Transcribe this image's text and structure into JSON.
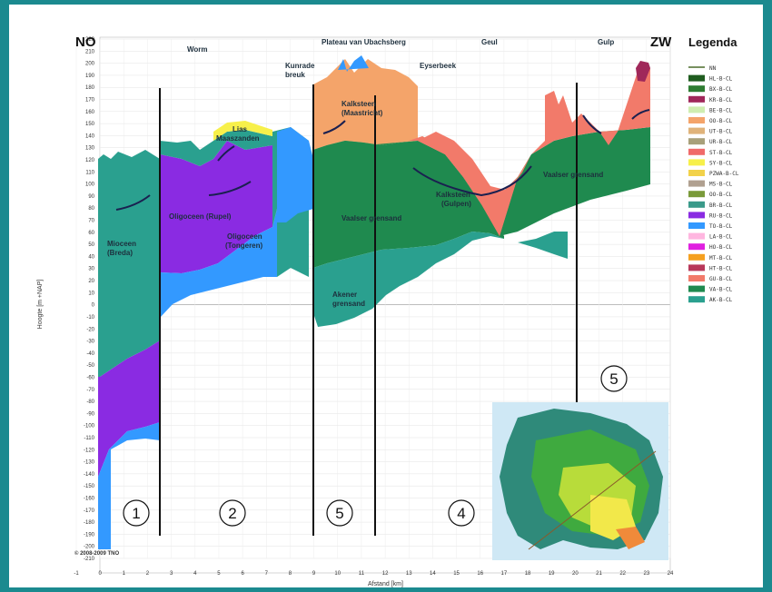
{
  "corners": {
    "left": "NO",
    "right": "ZW"
  },
  "legend": {
    "title": "Legenda",
    "items": [
      {
        "label": "NN",
        "color": "#4a6b2a",
        "line": true
      },
      {
        "label": "HL-B-CL",
        "color": "#1f5c1f"
      },
      {
        "label": "BX-B-CL",
        "color": "#2e7d32"
      },
      {
        "label": "KR-B-CL",
        "color": "#a0285a"
      },
      {
        "label": "BE-B-CL",
        "color": "#cfeeb0"
      },
      {
        "label": "OO-B-CL",
        "color": "#f4a46a"
      },
      {
        "label": "UT-B-CL",
        "color": "#e0b37a"
      },
      {
        "label": "UR-B-CL",
        "color": "#a8a07a"
      },
      {
        "label": "ST-B-CL",
        "color": "#f06a6a"
      },
      {
        "label": "SY-B-CL",
        "color": "#f7f04a"
      },
      {
        "label": "PZWA-B-CL",
        "color": "#f2d24a"
      },
      {
        "label": "MS-B-CL",
        "color": "#b0a090"
      },
      {
        "label": "OO-B-CL",
        "color": "#7a9a3a"
      },
      {
        "label": "BR-B-CL",
        "color": "#3a9a8a"
      },
      {
        "label": "RU-B-CL",
        "color": "#8a2be2"
      },
      {
        "label": "TO-B-CL",
        "color": "#3399ff"
      },
      {
        "label": "LA-B-CL",
        "color": "#ffb6e0"
      },
      {
        "label": "HO-B-CL",
        "color": "#e020e0"
      },
      {
        "label": "MT-B-CL",
        "color": "#f5a020"
      },
      {
        "label": "HT-B-CL",
        "color": "#b8385a"
      },
      {
        "label": "GU-B-CL",
        "color": "#f27a6a"
      },
      {
        "label": "VA-B-CL",
        "color": "#1f8a4f"
      },
      {
        "label": "AK-B-CL",
        "color": "#2aa08f"
      }
    ]
  },
  "axes": {
    "x_label": "Afstand [km]",
    "y_label": "Hoogte [m +NAP]",
    "x_ticks": [
      "-1",
      "0",
      "1",
      "2",
      "3",
      "4",
      "5",
      "6",
      "7",
      "8",
      "9",
      "10",
      "11",
      "12",
      "13",
      "14",
      "15",
      "16",
      "17",
      "18",
      "19",
      "20",
      "21",
      "22",
      "23",
      "24"
    ],
    "y_ticks": [
      "220",
      "210",
      "200",
      "190",
      "180",
      "170",
      "160",
      "150",
      "140",
      "130",
      "120",
      "110",
      "100",
      "90",
      "80",
      "70",
      "60",
      "50",
      "40",
      "30",
      "20",
      "10",
      "0",
      "-10",
      "-20",
      "-30",
      "-40",
      "-50",
      "-60",
      "-70",
      "-80",
      "-90",
      "-100",
      "-110",
      "-120",
      "-130",
      "-140",
      "-150",
      "-160",
      "-170",
      "-180",
      "-190",
      "-200",
      "-210"
    ]
  },
  "top_labels": {
    "worm": "Worm",
    "kunrade_1": "Kunrade",
    "kunrade_2": "breuk",
    "plateau": "Plateau van Ubachsberg",
    "geul": "Geul",
    "eyserbeek": "Eyserbeek",
    "gulp": "Gulp"
  },
  "unit_labels": {
    "mioceen_1": "Mioceen",
    "mioceen_2": "(Breda)",
    "oligoceen_rupel": "Oligoceen (Rupel)",
    "oligoceen_tongeren_1": "Oligoceen",
    "oligoceen_tongeren_2": "(Tongeren)",
    "lias_1": "Lias",
    "lias_2": "Maaszanden",
    "kalksteen_m_1": "Kalksteen",
    "kalksteen_m_2": "(Maastricht)",
    "vaalser_1": "Vaalser grensand",
    "kalksteen_g_1": "Kalksteen",
    "kalksteen_g_2": "(Gulpen)",
    "vaalser_2": "Vaalser grensand",
    "akener_1": "Akener",
    "akener_2": "grensand"
  },
  "zones": [
    "1",
    "2",
    "5",
    "4",
    "5"
  ],
  "copyright": "© 2008-2009 TNO"
}
